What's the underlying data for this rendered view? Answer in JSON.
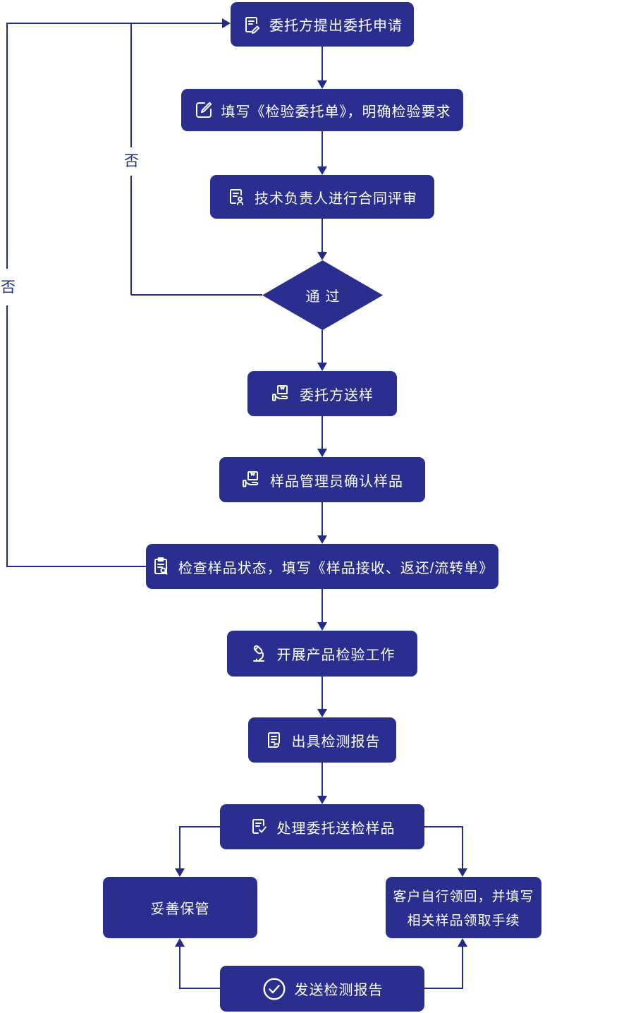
{
  "colors": {
    "node_fill": "#2A2E8E",
    "line": "#232A87",
    "text": "#FFFFFF"
  },
  "nodes": {
    "apply": {
      "label": "委托方提出委托申请",
      "icon": "doc-pen-icon"
    },
    "fill_form": {
      "label": "填写《检验委托单》，明确检验要求",
      "icon": "edit-square-icon"
    },
    "review": {
      "label": "技术负责人进行合同评审",
      "icon": "doc-person-icon"
    },
    "decision": {
      "label": "通过"
    },
    "send_sample": {
      "label": "委托方送样",
      "icon": "hand-box-icon"
    },
    "confirm_sample": {
      "label": "样品管理员确认样品",
      "icon": "hand-box-icon"
    },
    "check_status": {
      "label": "检查样品状态，填写《样品接收、返还/流转单》",
      "icon": "clipboard-search-icon"
    },
    "inspect": {
      "label": "开展产品检验工作",
      "icon": "microscope-icon"
    },
    "issue_report": {
      "label": "出具检测报告",
      "icon": "scroll-icon"
    },
    "handle_samples": {
      "label": "处理委托送检样品",
      "icon": "doc-check-icon"
    },
    "safekeeping": {
      "label": "妥善保管"
    },
    "customer_pickup": {
      "line1": "客户自行领回，并填写",
      "line2": "相关样品领取手续"
    },
    "send_report": {
      "label": "发送检测报告",
      "icon": "circle-check-icon"
    }
  },
  "edges": {
    "decision_no": "否",
    "check_no": "否"
  }
}
